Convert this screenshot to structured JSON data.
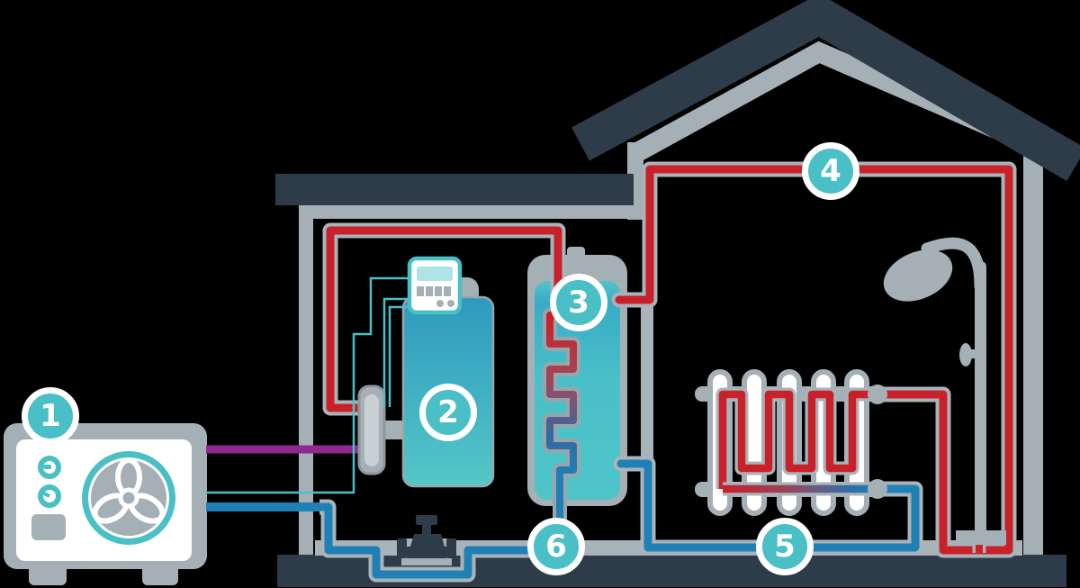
{
  "diagram": {
    "title": "heat-pump-system-diagram",
    "badges": [
      {
        "label": "1"
      },
      {
        "label": "2"
      },
      {
        "label": "3"
      },
      {
        "label": "4"
      },
      {
        "label": "5"
      },
      {
        "label": "6"
      }
    ],
    "colors": {
      "background": "#000000",
      "accent_teal": "#4abfc5",
      "pipe_hot_red": "#c9212a",
      "pipe_cold_blue": "#1f80b6",
      "pipe_refrigerant_purple": "#92278f",
      "structure_gray": "#a4afb6",
      "structure_dark_navy": "#2e3b49",
      "white": "#ffffff"
    }
  }
}
